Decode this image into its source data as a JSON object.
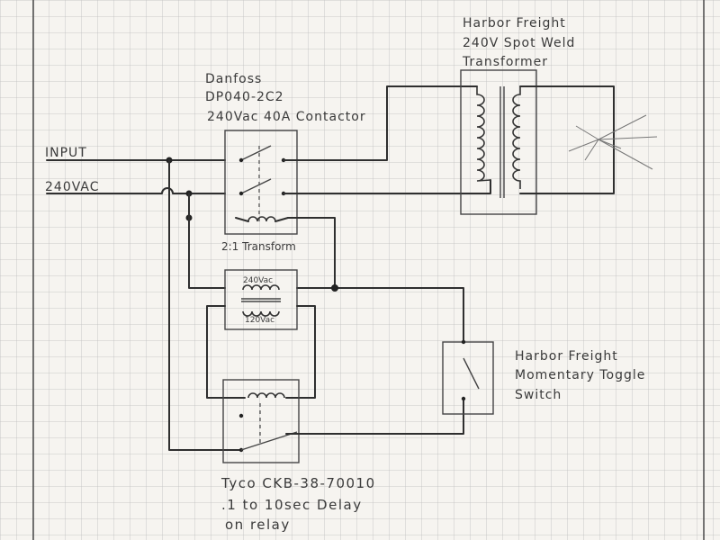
{
  "input_label": {
    "line1": "INPUT",
    "line2": "240VAC"
  },
  "contactor": {
    "line1": "Danfoss",
    "line2": "DP040-2C2",
    "line3": "240Vac 40A Contactor"
  },
  "transformer_spot": {
    "line1": "Harbor Freight",
    "line2": "240V Spot Weld",
    "line3": "Transformer"
  },
  "transform_21": {
    "label": "2:1 Transform",
    "primary": "240Vac",
    "secondary": "120Vac"
  },
  "toggle_switch": {
    "line1": "Harbor Freight",
    "line2": "Momentary Toggle",
    "line3": "Switch"
  },
  "relay": {
    "line1": "Tyco  CKB-38-70010",
    "line2": ".1 to 10sec Delay",
    "line3": "on relay"
  },
  "colors": {
    "paper": "#f6f4f0",
    "grid": "#b9b9b9",
    "ink": "#2f2f2f"
  }
}
